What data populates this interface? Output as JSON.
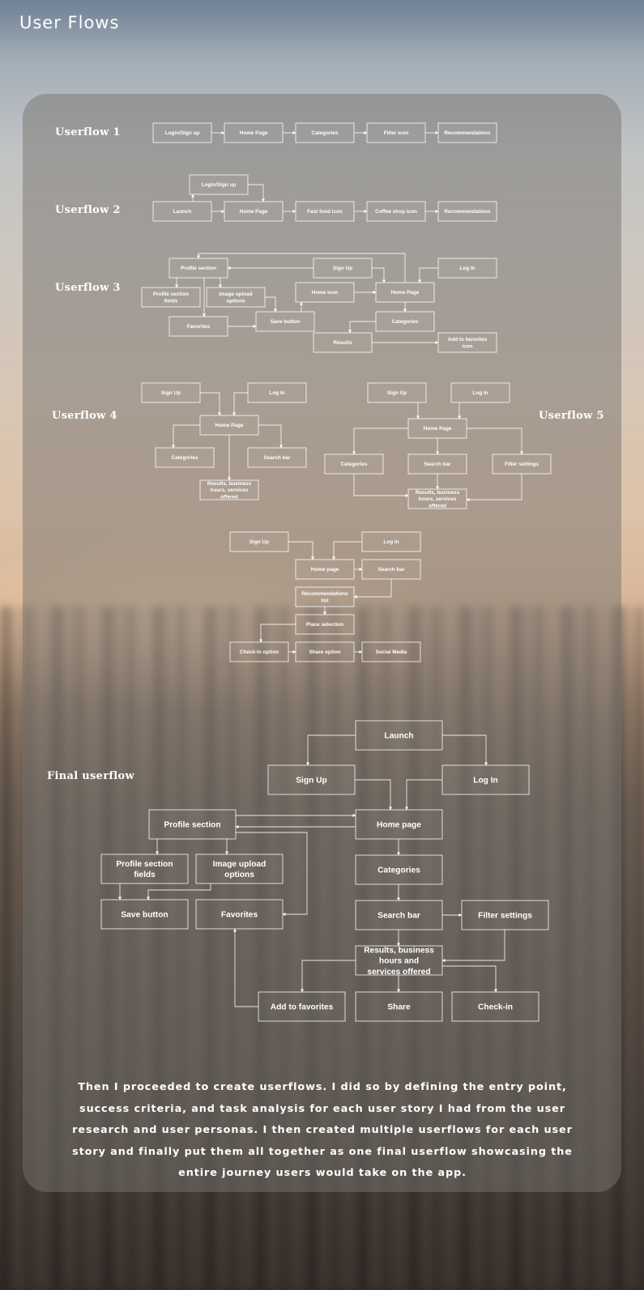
{
  "page": {
    "title": "User Flows"
  },
  "userflows": [
    {
      "id": "uf1",
      "label": "Userflow 1",
      "nodes": [
        {
          "id": "login",
          "label": "Login/Sign up"
        },
        {
          "id": "home",
          "label": "Home Page"
        },
        {
          "id": "cat",
          "label": "Categories"
        },
        {
          "id": "filter",
          "label": "Filter icon"
        },
        {
          "id": "rec",
          "label": "Recommendations"
        }
      ],
      "edges": [
        [
          "login",
          "home"
        ],
        [
          "home",
          "cat"
        ],
        [
          "cat",
          "filter"
        ],
        [
          "filter",
          "rec"
        ]
      ]
    },
    {
      "id": "uf2",
      "label": "Userflow 2",
      "nodes": [
        {
          "id": "login",
          "label": "Login/Sign up"
        },
        {
          "id": "launch",
          "label": "Launch"
        },
        {
          "id": "home",
          "label": "Home Page"
        },
        {
          "id": "fastfood",
          "label": "Fast food icon"
        },
        {
          "id": "coffee",
          "label": "Coffee shop icon"
        },
        {
          "id": "rec",
          "label": "Recommendations"
        }
      ],
      "edges": [
        [
          "launch",
          "login"
        ],
        [
          "login",
          "home"
        ],
        [
          "launch",
          "home"
        ],
        [
          "home",
          "fastfood"
        ],
        [
          "fastfood",
          "coffee"
        ],
        [
          "coffee",
          "rec"
        ]
      ]
    },
    {
      "id": "uf3",
      "label": "Userflow 3",
      "nodes": [
        {
          "id": "profile",
          "label": "Profile section"
        },
        {
          "id": "signup",
          "label": "Sign Up"
        },
        {
          "id": "login",
          "label": "Log In"
        },
        {
          "id": "pfields",
          "label": "Profile section fields"
        },
        {
          "id": "upload",
          "label": "Image upload options"
        },
        {
          "id": "homeicon",
          "label": "Home icon"
        },
        {
          "id": "home",
          "label": "Home Page"
        },
        {
          "id": "fav",
          "label": "Favorites"
        },
        {
          "id": "save",
          "label": "Save button"
        },
        {
          "id": "cat",
          "label": "Categories"
        },
        {
          "id": "results",
          "label": "Results"
        },
        {
          "id": "addfav",
          "label": "Add to favorites icon"
        }
      ],
      "edges": [
        [
          "signup",
          "profile"
        ],
        [
          "signup",
          "home"
        ],
        [
          "login",
          "home"
        ],
        [
          "home",
          "profile"
        ],
        [
          "profile",
          "pfields"
        ],
        [
          "profile",
          "upload"
        ],
        [
          "profile",
          "fav"
        ],
        [
          "upload",
          "save"
        ],
        [
          "fav",
          "save"
        ],
        [
          "save",
          "homeicon"
        ],
        [
          "homeicon",
          "home"
        ],
        [
          "home",
          "cat"
        ],
        [
          "cat",
          "results"
        ],
        [
          "results",
          "addfav"
        ]
      ]
    },
    {
      "id": "uf4",
      "label": "Userflow 4",
      "nodes": [
        {
          "id": "signup",
          "label": "Sign Up"
        },
        {
          "id": "login",
          "label": "Log In"
        },
        {
          "id": "home",
          "label": "Home Page"
        },
        {
          "id": "cat",
          "label": "Categories"
        },
        {
          "id": "search",
          "label": "Search bar"
        },
        {
          "id": "results",
          "label": "Results, business hours, services offered"
        }
      ],
      "edges": [
        [
          "signup",
          "home"
        ],
        [
          "login",
          "home"
        ],
        [
          "home",
          "cat"
        ],
        [
          "home",
          "search"
        ],
        [
          "home",
          "results"
        ]
      ]
    },
    {
      "id": "uf5",
      "label": "Userflow 5",
      "nodes": [
        {
          "id": "signup",
          "label": "Sign Up"
        },
        {
          "id": "login",
          "label": "Log In"
        },
        {
          "id": "home",
          "label": "Home Page"
        },
        {
          "id": "cat",
          "label": "Categories"
        },
        {
          "id": "search",
          "label": "Search bar"
        },
        {
          "id": "filter",
          "label": "Filter settings"
        },
        {
          "id": "results",
          "label": "Results, business hours, services offered"
        }
      ],
      "edges": [
        [
          "signup",
          "home"
        ],
        [
          "login",
          "home"
        ],
        [
          "home",
          "cat"
        ],
        [
          "home",
          "search"
        ],
        [
          "home",
          "filter"
        ],
        [
          "cat",
          "results"
        ],
        [
          "search",
          "results"
        ],
        [
          "filter",
          "results"
        ]
      ]
    },
    {
      "id": "uf6",
      "label": "",
      "nodes": [
        {
          "id": "signup",
          "label": "Sign Up"
        },
        {
          "id": "login",
          "label": "Log In"
        },
        {
          "id": "home",
          "label": "Home page"
        },
        {
          "id": "search",
          "label": "Search bar"
        },
        {
          "id": "reclist",
          "label": "Recommendations list"
        },
        {
          "id": "place",
          "label": "Place selection"
        },
        {
          "id": "checkin",
          "label": "Check-in option"
        },
        {
          "id": "share",
          "label": "Share option"
        },
        {
          "id": "social",
          "label": "Social Media"
        }
      ],
      "edges": [
        [
          "signup",
          "home"
        ],
        [
          "login",
          "home"
        ],
        [
          "home",
          "search"
        ],
        [
          "search",
          "reclist"
        ],
        [
          "reclist",
          "place"
        ],
        [
          "place",
          "checkin"
        ],
        [
          "checkin",
          "share"
        ],
        [
          "share",
          "social"
        ]
      ]
    },
    {
      "id": "final",
      "label": "Final userflow",
      "nodes": [
        {
          "id": "launch",
          "label": "Launch"
        },
        {
          "id": "signup",
          "label": "Sign Up"
        },
        {
          "id": "login",
          "label": "Log In"
        },
        {
          "id": "profile",
          "label": "Profile section"
        },
        {
          "id": "home",
          "label": "Home page"
        },
        {
          "id": "pfields",
          "label": "Profile section fields"
        },
        {
          "id": "upload",
          "label": "Image upload options"
        },
        {
          "id": "cat",
          "label": "Categories"
        },
        {
          "id": "save",
          "label": "Save button"
        },
        {
          "id": "fav",
          "label": "Favorites"
        },
        {
          "id": "search",
          "label": "Search bar"
        },
        {
          "id": "filter",
          "label": "Filter settings"
        },
        {
          "id": "results",
          "label": "Results, business hours and services offered"
        },
        {
          "id": "addfav",
          "label": "Add to favorites"
        },
        {
          "id": "share",
          "label": "Share"
        },
        {
          "id": "checkin",
          "label": "Check-in"
        }
      ],
      "edges": [
        [
          "launch",
          "signup"
        ],
        [
          "launch",
          "login"
        ],
        [
          "signup",
          "home"
        ],
        [
          "login",
          "home"
        ],
        [
          "profile",
          "home"
        ],
        [
          "home",
          "profile"
        ],
        [
          "profile",
          "pfields"
        ],
        [
          "profile",
          "upload"
        ],
        [
          "profile",
          "fav"
        ],
        [
          "pfields",
          "save"
        ],
        [
          "upload",
          "save"
        ],
        [
          "home",
          "cat"
        ],
        [
          "cat",
          "search"
        ],
        [
          "search",
          "filter"
        ],
        [
          "search",
          "results"
        ],
        [
          "filter",
          "results"
        ],
        [
          "results",
          "addfav"
        ],
        [
          "results",
          "share"
        ],
        [
          "results",
          "checkin"
        ],
        [
          "addfav",
          "fav"
        ]
      ]
    }
  ],
  "description": "Then I proceeded to create userflows. I did so by defining the entry point, success criteria, and task analysis for each user story I had from the user research and user personas. I then created multiple userflows for each user story and finally put them all together as one final userflow showcasing the entire journey users would take on the app."
}
